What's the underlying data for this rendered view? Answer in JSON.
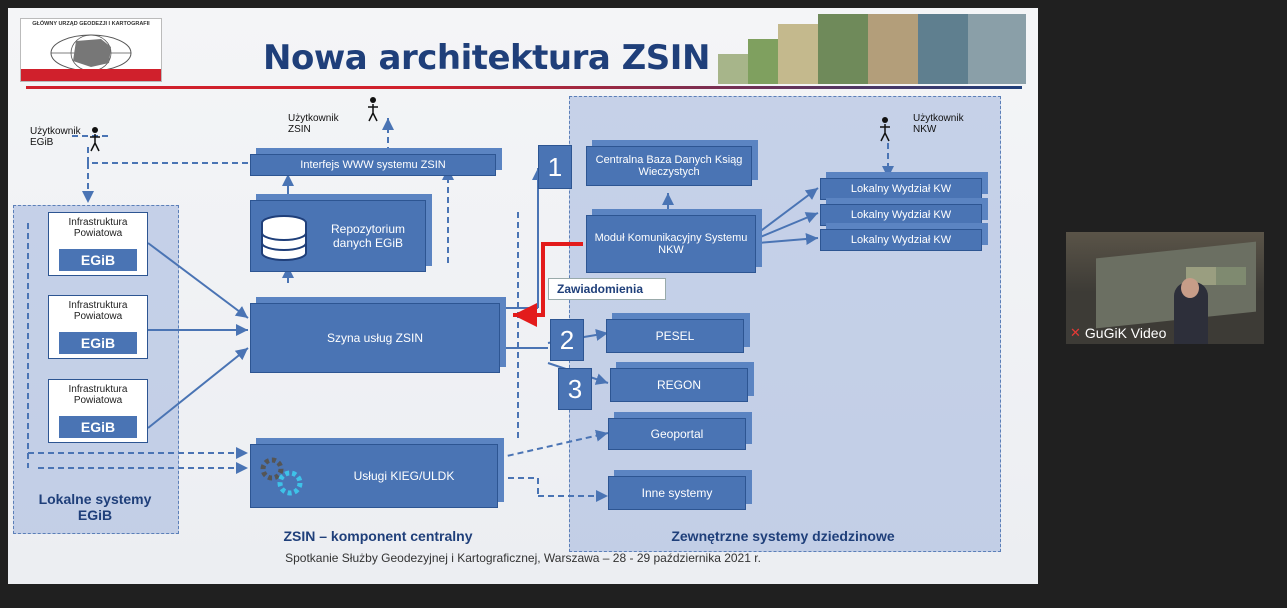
{
  "slide": {
    "title": "Nowa architektura ZSIN",
    "logo_text": "GŁÓWNY URZĄD GEODEZJI I KARTOGRAFII",
    "footer": "Spotkanie Służby Geodezyjnej i Kartograficznej, Warszawa – 28 - 29 października 2021 r.",
    "users": {
      "egib": "Użytkownik\nEGiB",
      "zsin": "Użytkownik\nZSIN",
      "nkw": "Użytkownik\nNKW"
    },
    "center": {
      "www": "Interfejs WWW systemu ZSIN",
      "repo": "Repozytorium danych EGiB",
      "bus": "Szyna usług ZSIN",
      "kieg": "Usługi KIEG/ULDK",
      "caption": "ZSIN – komponent centralny"
    },
    "local": {
      "infra_label": "Infrastruktura Powiatowa",
      "egib": "EGiB",
      "caption": "Lokalne systemy EGiB"
    },
    "external": {
      "cbdkw": "Centralna Baza Danych Ksiąg Wieczystych",
      "modul": "Moduł Komunikacyjny Systemu NKW",
      "lokalny": "Lokalny Wydział KW",
      "pesel": "PESEL",
      "regon": "REGON",
      "geoportal": "Geoportal",
      "inne": "Inne systemy",
      "caption": "Zewnętrzne systemy dziedzinowe",
      "notification": "Zawiadomienia"
    },
    "numbers": [
      "1",
      "2",
      "3"
    ]
  },
  "video": {
    "label": "GuGiK Video",
    "mic_icon": "mic-muted-icon"
  },
  "colors": {
    "box": "#4a74b4",
    "title": "#1f3f7a",
    "accent_red": "#e31b1b"
  }
}
